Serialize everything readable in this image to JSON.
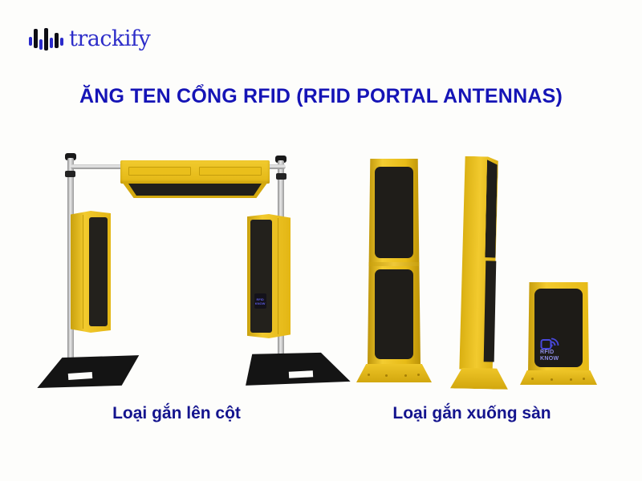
{
  "brand": {
    "name": "trackify"
  },
  "title": {
    "text": "ĂNG TEN CỔNG RFID (RFID PORTAL ANTENNAS)"
  },
  "figures": {
    "pole_mounted": {
      "caption": "Loại gắn lên cột"
    },
    "floor_mounted": {
      "caption": "Loại gắn xuống sàn"
    }
  },
  "rfid_badge": {
    "line1": "RFID",
    "line2": "KNOW"
  },
  "icons": {
    "brand_logo": "waveform-bars-icon",
    "badge_signal": "rfid-signal-icon"
  },
  "colors": {
    "background": "#fdfdfb",
    "title_blue": "#1514b6",
    "caption_blue": "#14148e",
    "brand_blue": "#2d2dc9",
    "antenna_yellow": "#e8bd18",
    "panel_black": "#1f1d19",
    "pole_silver": "#c9c9c9",
    "base_black": "#141414",
    "badge_blue": "#4848dc"
  }
}
